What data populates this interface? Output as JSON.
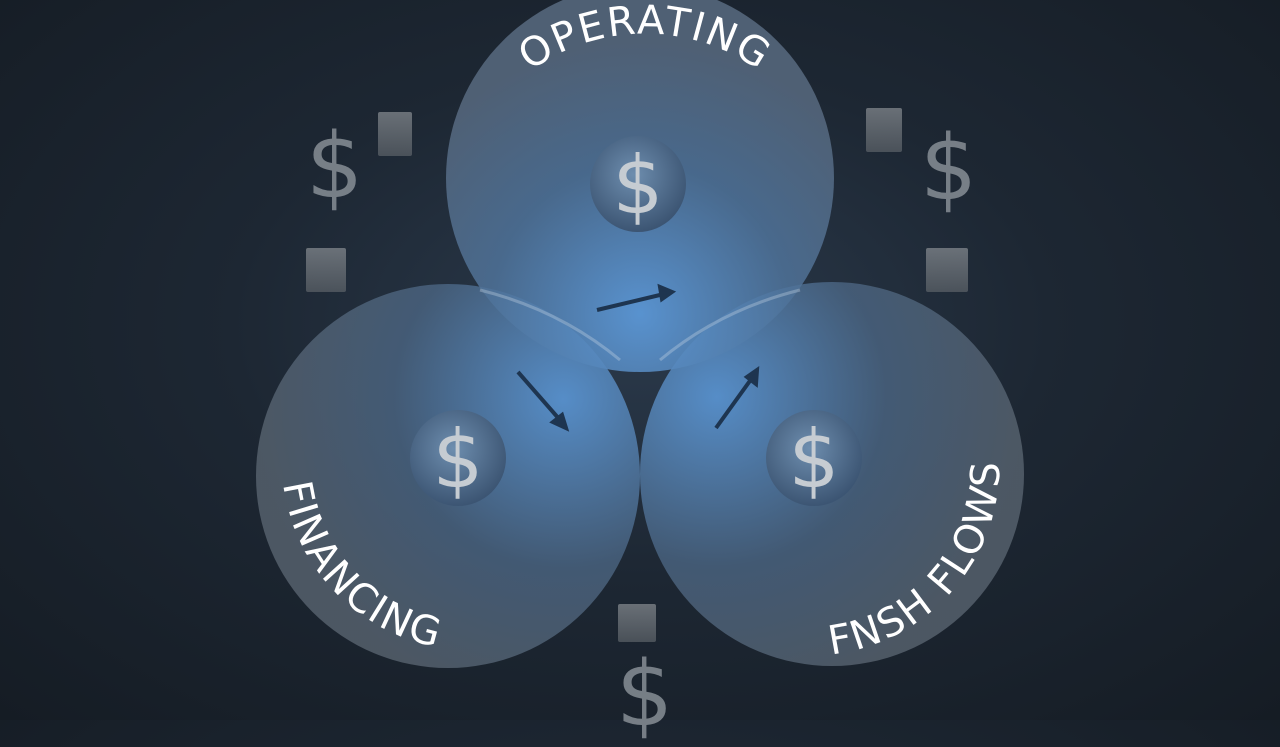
{
  "diagram": {
    "circles": [
      {
        "id": "operating",
        "label": "OPERATING",
        "symbol": "$"
      },
      {
        "id": "financing",
        "label": "FINANCING",
        "symbol": "$"
      },
      {
        "id": "fnsh-flows",
        "label": "FNSH FLOWS",
        "symbol": "$"
      }
    ],
    "decorations": {
      "dollar_top_left": "$",
      "dollar_top_right": "$",
      "dollar_bottom": "$"
    }
  },
  "colors": {
    "background": "#1b242e",
    "circle_fill": "#6f8eb0",
    "accent_glow": "#5b97d6",
    "label_text": "#ffffff",
    "arrow": "#1e3550"
  }
}
